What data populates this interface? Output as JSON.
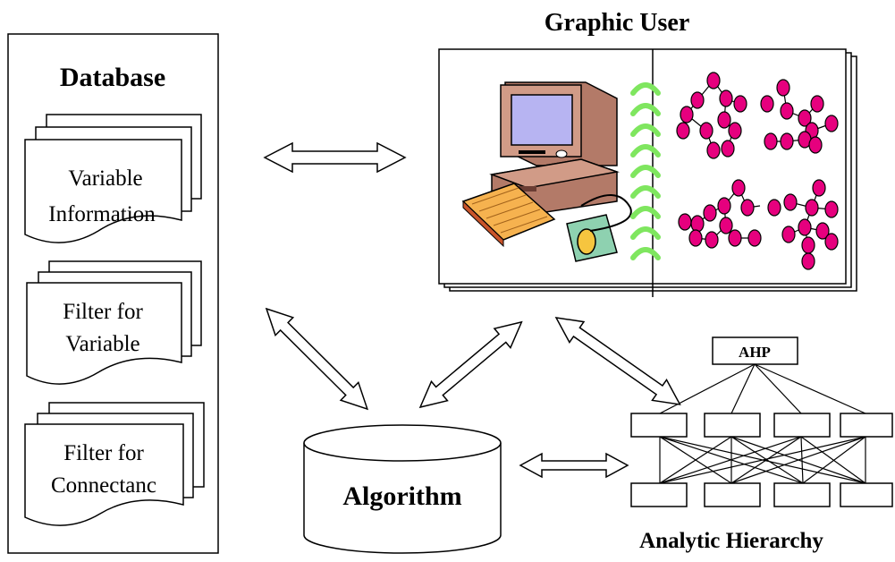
{
  "database": {
    "title": "Database",
    "docs": [
      {
        "line1": "Variable",
        "line2": "Information"
      },
      {
        "line1": "Filter for",
        "line2": "Variable"
      },
      {
        "line1": "Filter for",
        "line2": "Connectanc"
      }
    ]
  },
  "gui": {
    "title": "Graphic User"
  },
  "algorithm": {
    "title": "Algorithm"
  },
  "ahp": {
    "top_label": "AHP",
    "title": "Analytic Hierarchy"
  },
  "colors": {
    "node": "#e6007e",
    "chevron": "#7fe65f",
    "computer_body": "#d19b87",
    "screen": "#b7b4f2",
    "keyboard": "#f6b24f",
    "mousepad": "#8ed1b0"
  }
}
